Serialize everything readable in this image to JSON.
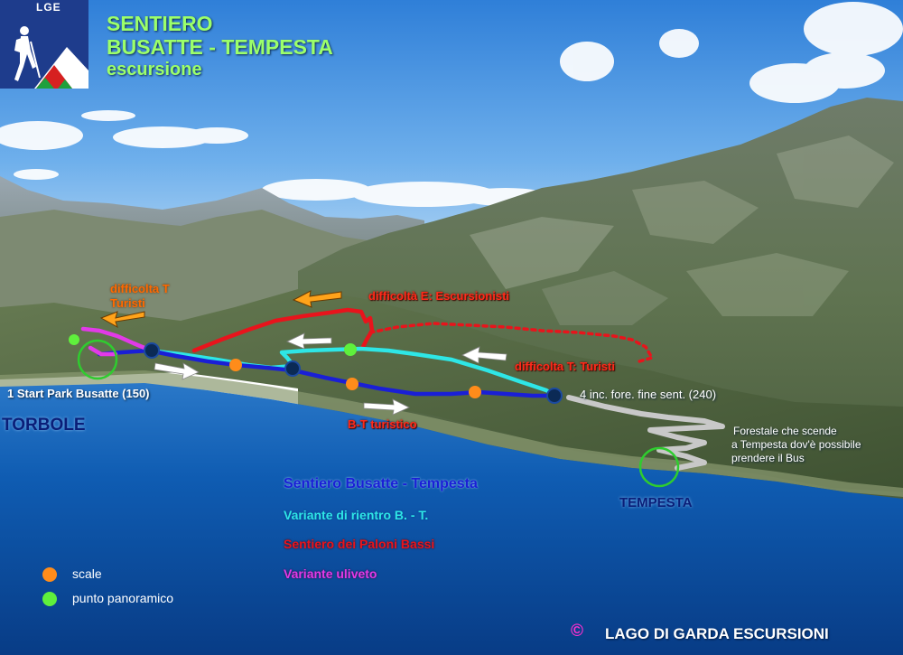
{
  "header": {
    "logo_text": "LGE",
    "title_line1": "SENTIERO",
    "title_line2": "BUSATTE - TEMPESTA",
    "title_line3": "escursione"
  },
  "annotations": {
    "difficulty_t_left_line1": "difficolta T",
    "difficulty_t_left_line2": "Turisti",
    "difficulty_e": "difficoltà E: Escursionisti",
    "difficulty_t_right": "difficolta T: Turisti",
    "bt_touristic": "B-T turistico",
    "start_point": "1 Start Park Busatte (150)",
    "end_point": "4 inc. fore. fine sent. (240)",
    "forest_road_line1": "Forestale che scende",
    "forest_road_line2": "a Tempesta dov'è possibile",
    "forest_road_line3": "prendere il Bus"
  },
  "places": {
    "torbole": "TORBOLE",
    "tempesta": "TEMPESTA"
  },
  "legend": {
    "routes": [
      {
        "label": "Sentiero Busatte - Tempesta",
        "color": "#1a1fd6"
      },
      {
        "label": "Variante di rientro B. - T.",
        "color": "#2ee6e6"
      },
      {
        "label": "Sentiero dei Paloni Bassi",
        "color": "#e8141c"
      },
      {
        "label": "Variante uliveto",
        "color": "#e23ae8"
      }
    ],
    "markers": [
      {
        "label": "scale",
        "color": "#ff8c1a"
      },
      {
        "label": "punto panoramico",
        "color": "#5ff03c"
      }
    ]
  },
  "footer": {
    "copyright_symbol": "©",
    "copyright_text": "LAGO DI GARDA ESCURSIONI"
  },
  "colors": {
    "route_main": "#1a1fd6",
    "route_return": "#2ee6e6",
    "route_paloni": "#e8141c",
    "route_olive": "#e23ae8",
    "forest_road": "#c8c8c8",
    "marker_stairs": "#ff8c1a",
    "marker_panorama": "#5ff03c",
    "marker_node": "#0b2a55",
    "arrow_orange": "#ffa31a",
    "arrow_white": "#ffffff",
    "circle_green": "#2fcc2f",
    "sky": "#3f8fe0",
    "lake": "#0f5db8"
  }
}
